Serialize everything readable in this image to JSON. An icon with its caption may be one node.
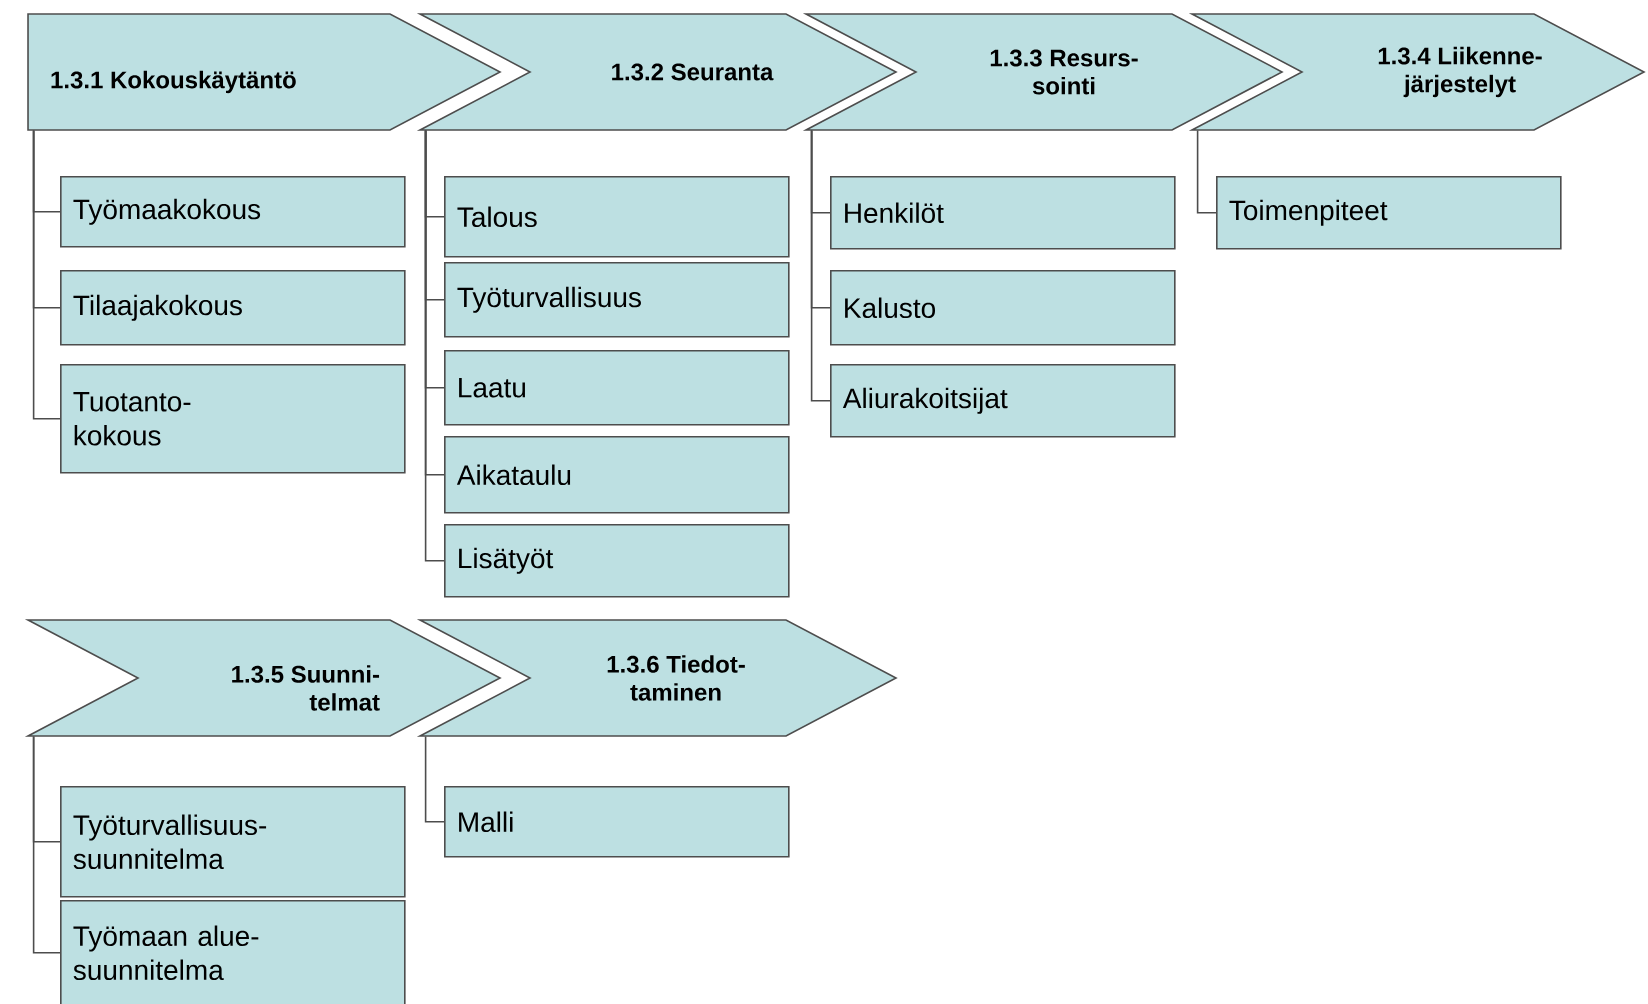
{
  "diagram": {
    "nodes": [
      {
        "text": [
          "1.3.1 Kokouskäytäntö"
        ]
      },
      {
        "text": [
          "1.3.2 Seuranta"
        ]
      },
      {
        "text": [
          "1.3.3 Resurs- sointi"
        ]
      },
      {
        "text": [
          "1.3.4 Liikenne- järjestelyt"
        ]
      },
      {
        "text": [
          "Työmaakokous"
        ]
      },
      {
        "text": [
          "Tilaajakokous"
        ]
      },
      {
        "text": [
          "Tuotanto- kokous"
        ]
      },
      {
        "text": [
          "Talous"
        ]
      },
      {
        "text": [
          "Työturvallisuus"
        ]
      },
      {
        "text": [
          "Laatu"
        ]
      },
      {
        "text": [
          "Aikataulu"
        ]
      },
      {
        "text": [
          "Lisätyöt"
        ]
      },
      {
        "text": [
          "Henkilöt"
        ]
      },
      {
        "text": [
          "Kalusto"
        ]
      },
      {
        "text": [
          "Aliurakoitsijat"
        ]
      },
      {
        "text": [
          "Toimenpiteet"
        ]
      },
      {
        "text": [
          "1.3.5 Suunni- telmat"
        ]
      },
      {
        "text": [
          "1.3.6 Tiedot- taminen"
        ]
      },
      {
        "text": [
          "Työturvallisuus- suunnitelma"
        ]
      },
      {
        "text": [
          "Työmaan alue- suunnitelma"
        ]
      },
      {
        "text": [
          "Malli"
        ]
      }
    ],
    "edges": [
      {
        "from": 0,
        "to": 4,
        "arrow": "none"
      },
      {
        "from": 0,
        "to": 5,
        "arrow": "none"
      },
      {
        "from": 0,
        "to": 6,
        "arrow": "none"
      },
      {
        "from": 1,
        "to": 7,
        "arrow": "none"
      },
      {
        "from": 1,
        "to": 8,
        "arrow": "none"
      },
      {
        "from": 1,
        "to": 9,
        "arrow": "none"
      },
      {
        "from": 1,
        "to": 10,
        "arrow": "none"
      },
      {
        "from": 1,
        "to": 11,
        "arrow": "none"
      },
      {
        "from": 2,
        "to": 12,
        "arrow": "none"
      },
      {
        "from": 2,
        "to": 13,
        "arrow": "none"
      },
      {
        "from": 2,
        "to": 14,
        "arrow": "none"
      },
      {
        "from": 3,
        "to": 15,
        "arrow": "none"
      },
      {
        "from": 16,
        "to": 18,
        "arrow": "none"
      },
      {
        "from": 16,
        "to": 19,
        "arrow": "none"
      },
      {
        "from": 17,
        "to": 20,
        "arrow": "none"
      }
    ]
  }
}
